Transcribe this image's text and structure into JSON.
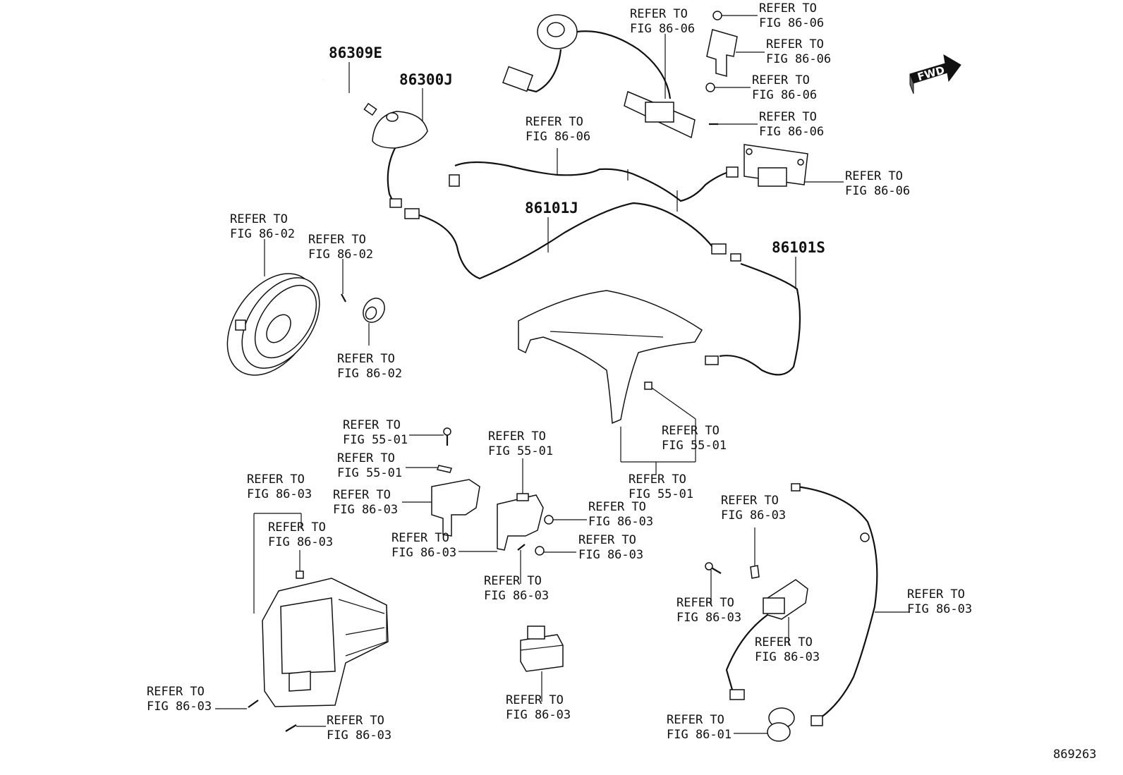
{
  "diagram": {
    "part_numbers": {
      "p86309E": "86309E",
      "p86300J": "86300J",
      "p86101J": "86101J",
      "p86101S": "86101S"
    },
    "refer_to": "REFER TO",
    "figs": {
      "f8606": "FIG 86-06",
      "f8602": "FIG 86-02",
      "f5501": "FIG 55-01",
      "f8603": "FIG 86-03",
      "f8601": "FIG 86-01"
    },
    "fwd_label": "FWD",
    "diagram_id": "869263"
  }
}
